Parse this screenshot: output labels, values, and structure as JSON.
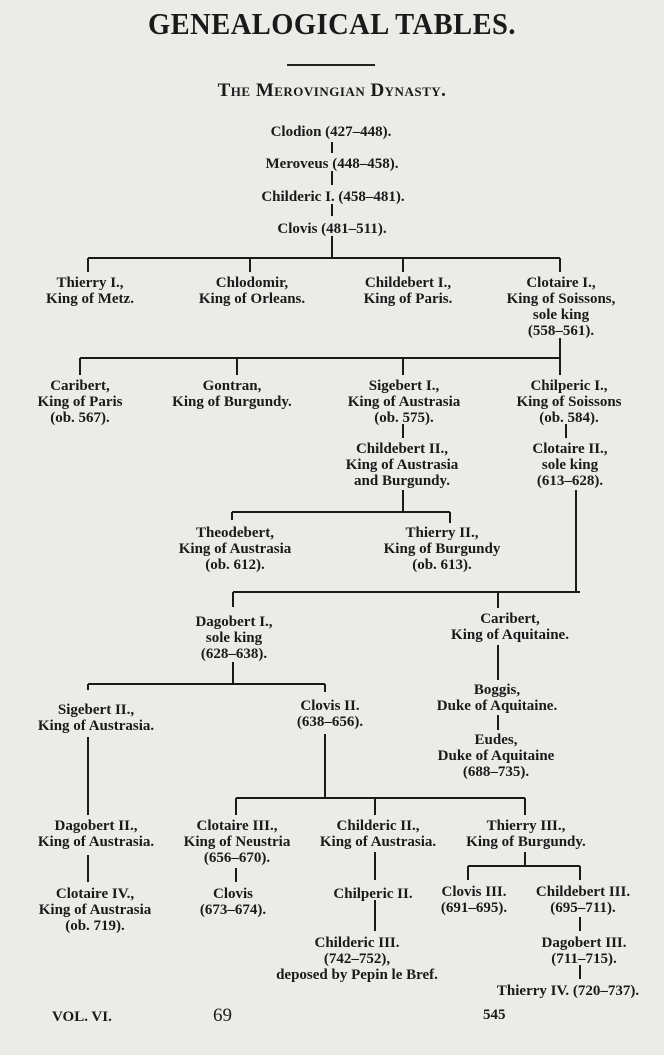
{
  "title": "GENEALOGICAL TABLES.",
  "subtitle": "The Merovingian Dynasty.",
  "footer": {
    "volume": "VOL. VI.",
    "number": "69",
    "page": "545"
  },
  "nodes": {
    "clodion": [
      "Clodion (427–448)."
    ],
    "meroveus": [
      "Meroveus (448–458)."
    ],
    "childeric1": [
      "Childeric I. (458–481)."
    ],
    "clovis1": [
      "Clovis (481–511)."
    ],
    "thierry1": [
      "Thierry I.,",
      "King of Metz."
    ],
    "chlodomir": [
      "Chlodomir,",
      "King of Orleans."
    ],
    "childebert1": [
      "Childebert I.,",
      "King of Paris."
    ],
    "clotaire1": [
      "Clotaire I.,",
      "King of Soissons,",
      "sole king",
      "(558–561)."
    ],
    "caribert1": [
      "Caribert,",
      "King of Paris",
      "(ob. 567)."
    ],
    "gontran": [
      "Gontran,",
      "King of Burgundy."
    ],
    "sigebert1": [
      "Sigebert I.,",
      "King of Austrasia",
      "(ob. 575)."
    ],
    "chilperic1": [
      "Chilperic I.,",
      "King of Soissons",
      "(ob. 584)."
    ],
    "childebert2": [
      "Childebert II.,",
      "King of Austrasia",
      "and Burgundy."
    ],
    "clotaire2": [
      "Clotaire II.,",
      "sole king",
      "(613–628)."
    ],
    "theodebert": [
      "Theodebert,",
      "King of Austrasia",
      "(ob. 612)."
    ],
    "thierry2": [
      "Thierry II.,",
      "King of Burgundy",
      "(ob. 613)."
    ],
    "dagobert1": [
      "Dagobert I.,",
      "sole king",
      "(628–638)."
    ],
    "caribert2": [
      "Caribert,",
      "King of Aquitaine."
    ],
    "boggis": [
      "Boggis,",
      "Duke of Aquitaine."
    ],
    "eudes": [
      "Eudes,",
      "Duke of Aquitaine",
      "(688–735)."
    ],
    "sigebert2": [
      "Sigebert II.,",
      "King of Austrasia."
    ],
    "clovis2": [
      "Clovis II.",
      "(638–656)."
    ],
    "dagobert2": [
      "Dagobert II.,",
      "King of Austrasia."
    ],
    "clotaire3": [
      "Clotaire III.,",
      "King of Neustria",
      "(656–670)."
    ],
    "childeric2": [
      "Childeric II.,",
      "King of Austrasia."
    ],
    "thierry3": [
      "Thierry III.,",
      "King of Burgundy."
    ],
    "clotaire4": [
      "Clotaire IV.,",
      "King of Austrasia",
      "(ob. 719)."
    ],
    "clovis_b": [
      "Clovis",
      "(673–674)."
    ],
    "chilperic2": [
      "Chilperic II."
    ],
    "clovis3": [
      "Clovis III.",
      "(691–695)."
    ],
    "childebert3": [
      "Childebert III.",
      "(695–711)."
    ],
    "childeric3": [
      "Childeric III.",
      "(742–752),",
      "deposed by Pepin le Bref."
    ],
    "dagobert3": [
      "Dagobert III.",
      "(711–715)."
    ],
    "thierry4": [
      "Thierry IV. (720–737)."
    ]
  }
}
